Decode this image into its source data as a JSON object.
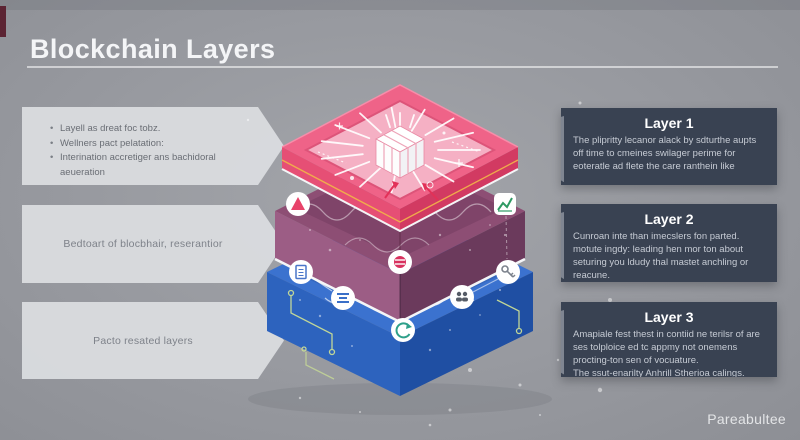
{
  "header": {
    "title": "Blockchain Layers"
  },
  "left_panels": [
    {
      "bullets": [
        "Layell as dreat foc tobz.",
        "Wellners pact pelatation:",
        "Interination accretiger ans bachidoral aeueration"
      ]
    },
    {
      "text": "Bedtoart of blocbhair, reserantior"
    },
    {
      "text": "Pacto resated layers"
    }
  ],
  "right_panels": [
    {
      "title": "Layer 1",
      "body": "The plipritty lecanor alack by sdturthe aupts off time to cmeines swilager perime for eoteratle ad flete the care ranthein like"
    },
    {
      "title": "Layer 2",
      "body": "Cunroan inte than imecslers fon parted. motute ingdy: leading hen mor ton about seturing you ldudy thal mastet anchling or reacune."
    },
    {
      "title": "Layer 3",
      "body": "Amapiale fest thest in contiid ne terilsr of are ses tolploice ed tc appmy not onemens procting-ton sen of vocuature.\nThe ssut-enarilty Anhrill Stherioa calings."
    }
  ],
  "footer": {
    "brand": "Pareabultee"
  },
  "diagram": {
    "stack": [
      {
        "name": "top-platform",
        "color": "#ef6388"
      },
      {
        "name": "middle-slab",
        "color": "#8d4e74"
      },
      {
        "name": "bottom-slab",
        "color": "#3b72cf"
      }
    ],
    "icons": [
      "cube-icon",
      "triangle-token-icon",
      "chart-badge-icon",
      "token-icon",
      "document-icon",
      "list-icon",
      "refresh-icon",
      "key-icon",
      "users-icon"
    ]
  },
  "colors": {
    "background": "#97999f",
    "card": "#394252",
    "note": "#dadcdf",
    "accent_pink": "#ef6388",
    "accent_purple": "#8d4e74",
    "accent_blue": "#3b72cf",
    "circuit_green": "#c9dd96",
    "rim_yellow": "#f0b04a",
    "red_arrow": "#e23158"
  }
}
